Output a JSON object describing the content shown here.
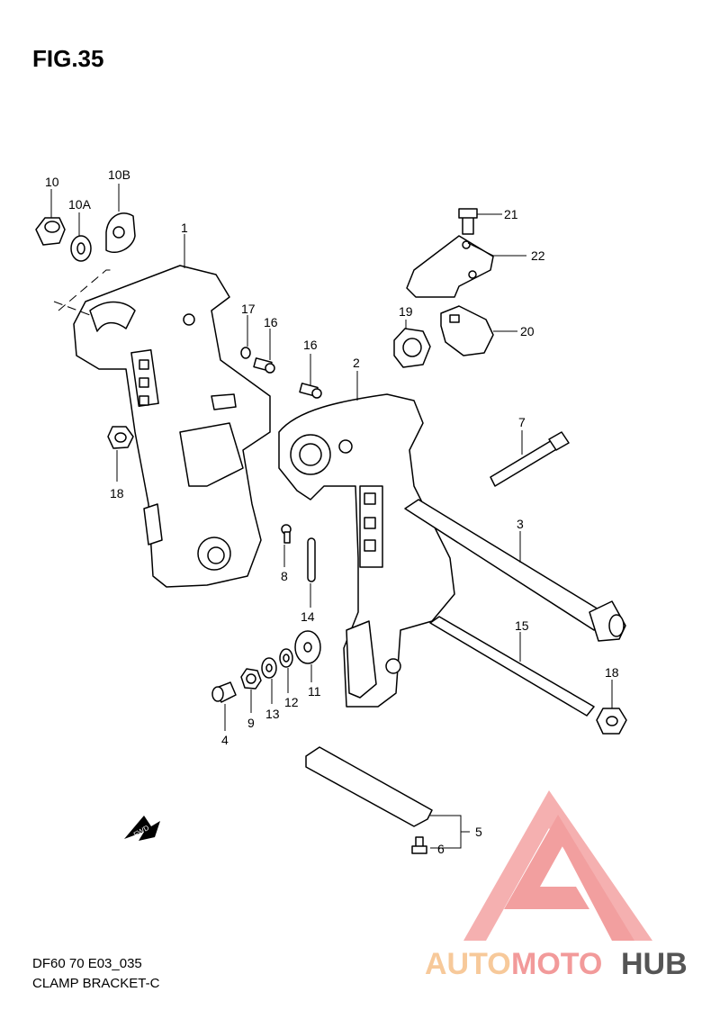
{
  "figure": {
    "title": "FIG.35"
  },
  "footer": {
    "code": "DF60 70 E03_035",
    "caption": "CLAMP BRACKET-C"
  },
  "callouts": [
    "10",
    "10B",
    "10A",
    "1",
    "17",
    "16",
    "16",
    "2",
    "21",
    "22",
    "19",
    "20",
    "7",
    "3",
    "18",
    "8",
    "14",
    "15",
    "18",
    "11",
    "12",
    "13",
    "9",
    "4",
    "5",
    "6"
  ],
  "fwd_label": "FWD",
  "watermark": {
    "part1": "AUTO",
    "part2": "MOTO",
    "part3": "HUB",
    "color_light": "#f7c99a",
    "color_red": "#f29a9a",
    "color_dark": "#555555"
  }
}
